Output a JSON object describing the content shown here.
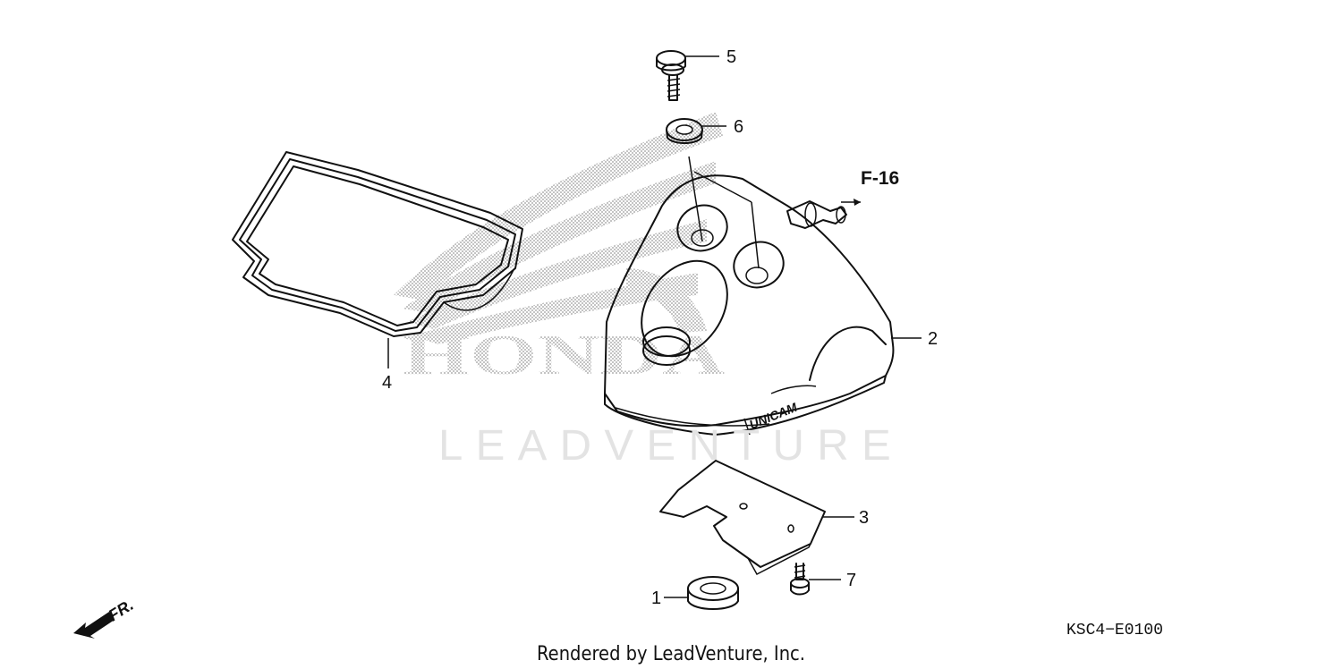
{
  "callouts": [
    {
      "id": "1",
      "label": "1"
    },
    {
      "id": "2",
      "label": "2"
    },
    {
      "id": "3",
      "label": "3"
    },
    {
      "id": "4",
      "label": "4"
    },
    {
      "id": "5",
      "label": "5"
    },
    {
      "id": "6",
      "label": "6"
    },
    {
      "id": "7",
      "label": "7"
    }
  ],
  "reference_label": "F-16",
  "embossed_text": "UNICAM",
  "direction_marker": "FR.",
  "diagram_code": "KSC4−E0100",
  "footer": "Rendered by LeadVenture, Inc.",
  "watermarks": {
    "brand": "HONDA",
    "overlay": "LEADVENTURE"
  }
}
